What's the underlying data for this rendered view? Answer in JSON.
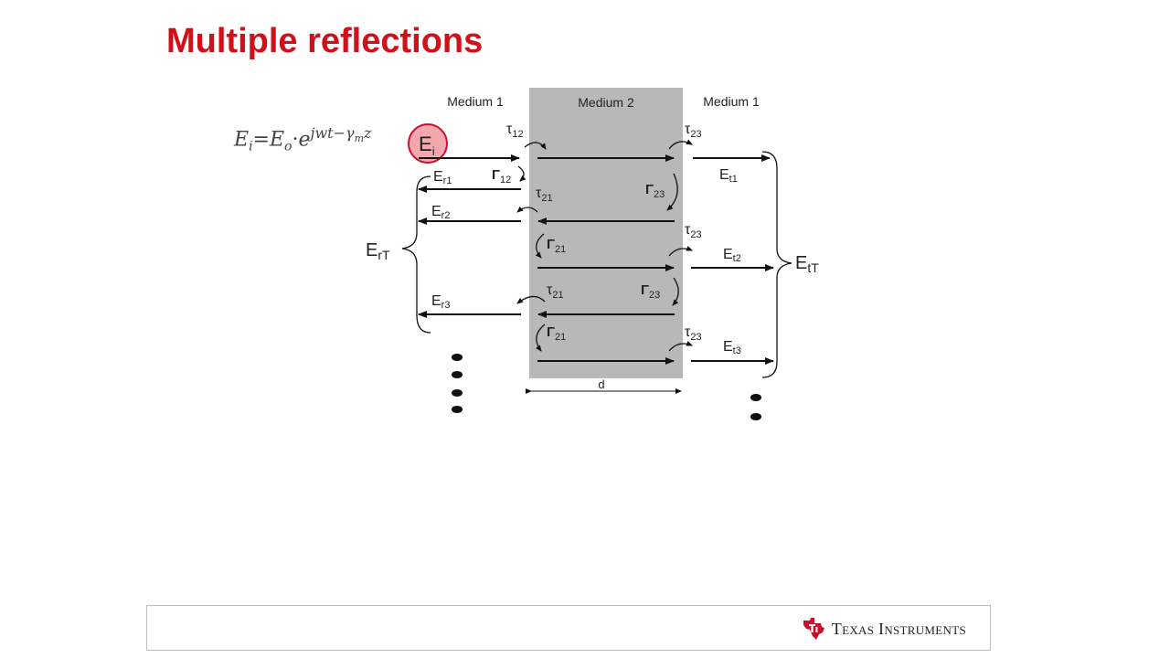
{
  "slide": {
    "title": "Multiple reflections"
  },
  "equation": {
    "lhs": "E",
    "lhs_sub": "i",
    "equals": "=",
    "amp": "E",
    "amp_sub": "o",
    "dot": "·",
    "base": "e",
    "exp": "jwt−γ",
    "exp_sub": "m",
    "exp_tail": "z"
  },
  "diagram": {
    "medium_left": "Medium 1",
    "medium_mid": "Medium 2",
    "medium_right": "Medium 1",
    "thickness": "d",
    "incident_label": "E",
    "incident_sub": "i",
    "reflected_total": "E",
    "reflected_total_sub": "rT",
    "transmitted_total": "E",
    "transmitted_total_sub": "tT",
    "reflected": [
      {
        "main": "E",
        "sub": "r1"
      },
      {
        "main": "E",
        "sub": "r2"
      },
      {
        "main": "E",
        "sub": "r3"
      }
    ],
    "transmitted": [
      {
        "main": "E",
        "sub": "t1"
      },
      {
        "main": "E",
        "sub": "t2"
      },
      {
        "main": "E",
        "sub": "t3"
      }
    ],
    "coefficients": {
      "tau12": {
        "main": "τ",
        "sub": "12"
      },
      "gamma12": {
        "main": "Γ",
        "sub": "12"
      },
      "tau21": {
        "main": "τ",
        "sub": "21"
      },
      "gamma21": {
        "main": "Γ",
        "sub": "21"
      },
      "tau23": {
        "main": "τ",
        "sub": "23"
      },
      "gamma23": {
        "main": "Γ",
        "sub": "23"
      }
    },
    "highlight_color": "#f4a7ac",
    "highlight_stroke": "#c8102e",
    "slab_color": "#b8b8b8"
  },
  "footer": {
    "brand": "Texas Instruments",
    "brand_color": "#c8102e"
  }
}
